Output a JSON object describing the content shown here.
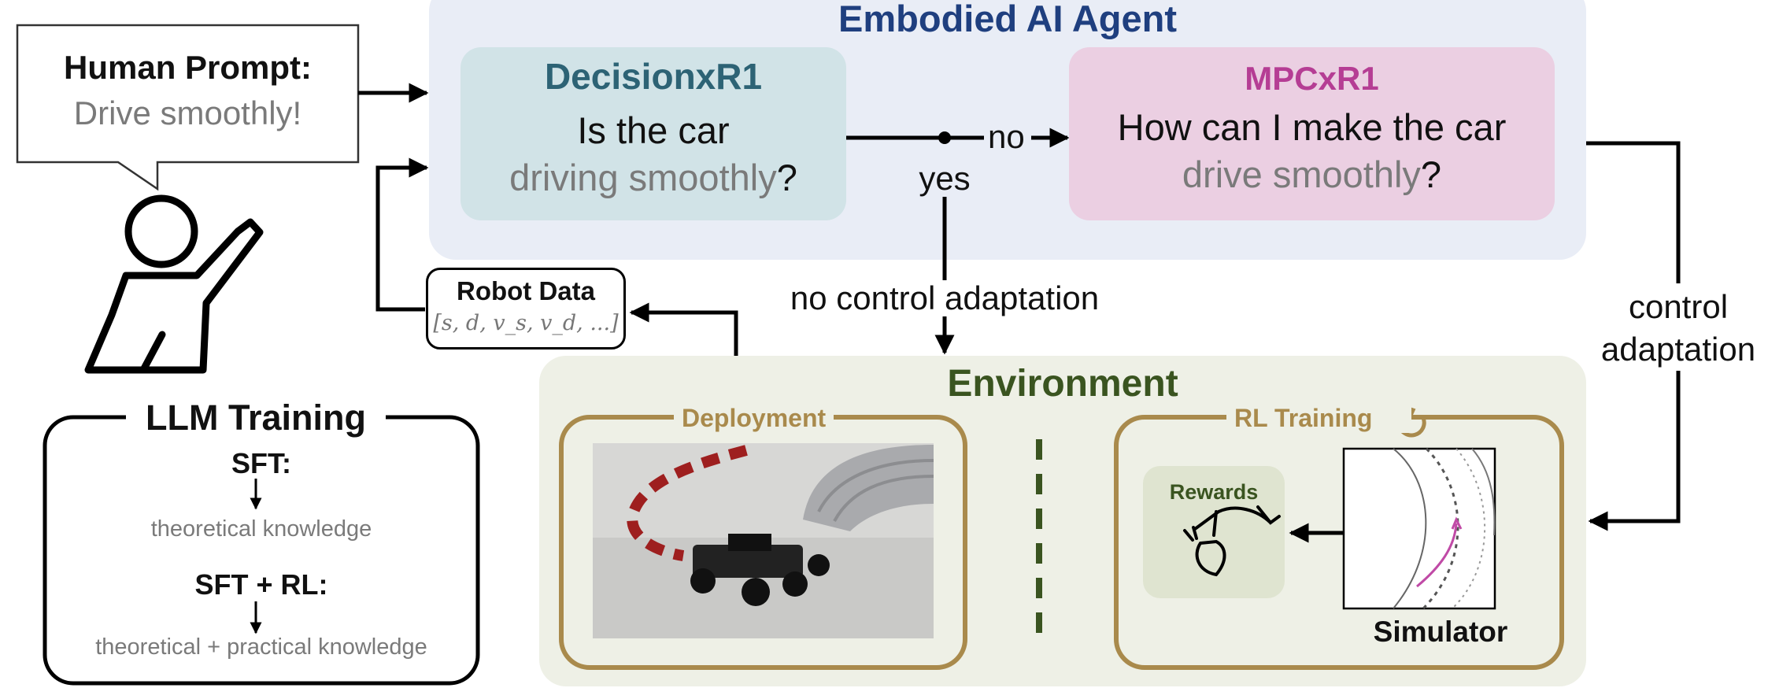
{
  "human": {
    "title": "Human Prompt:",
    "prompt": "Drive smoothly!"
  },
  "agent": {
    "title": "Embodied AI Agent",
    "decision": {
      "title": "DecisionxR1",
      "question_line1": "Is the car",
      "question_hl": "driving smoothly",
      "question_end": "?"
    },
    "mpc": {
      "title": "MPCxR1",
      "question_line1": "How can I make the car",
      "question_hl": "drive smoothly",
      "question_end": "?"
    }
  },
  "flow": {
    "no": "no",
    "yes": "yes",
    "no_control": "no control adaptation",
    "control_line1": "control",
    "control_line2": "adaptation"
  },
  "robot_data": {
    "title": "Robot Data",
    "vector": "[s, d, v_s, v_d, ...]"
  },
  "environment": {
    "title": "Environment",
    "deployment": "Deployment",
    "rl_training": "RL Training",
    "rewards": "Rewards",
    "simulator": "Simulator"
  },
  "llm": {
    "title": "LLM Training",
    "sft": "SFT:",
    "sft_result": "theoretical knowledge",
    "sft_rl": "SFT + RL:",
    "sft_rl_result": "theoretical + practical knowledge"
  },
  "colors": {
    "agent_bg": "#e9edf6",
    "agent_title": "#1f3f7f",
    "decision_bg": "#d1e3e7",
    "decision_title": "#2d6375",
    "mpc_bg": "#ebcfe2",
    "mpc_title": "#b53d94",
    "env_bg": "#eef0e6",
    "env_title": "#3a5420",
    "frame": "#a98a4c",
    "rewards_bg": "#dfe4d0",
    "rewards_title": "#3a5420"
  }
}
